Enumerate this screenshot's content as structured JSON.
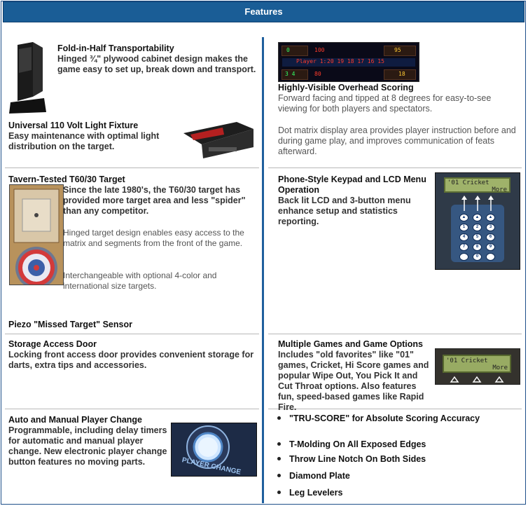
{
  "header": {
    "title": "Features"
  },
  "left": {
    "fold": {
      "title": "Fold-in-Half Transportability",
      "desc": "Hinged ¾\" plywood cabinet design makes the game easy to set up, break down and transport."
    },
    "light": {
      "title": "Universal 110 Volt Light Fixture",
      "desc": "Easy maintenance with optimal light distribution on the target."
    },
    "target": {
      "title": "Tavern-Tested T60/30 Target",
      "p1": "Since the late 1980's, the T60/30 target has provided more target area and less \"spider\" than any competitor.",
      "p2": "Hinged target design enables easy access to the matrix and segments from the front of the game.",
      "p3": "Interchangeable with optional 4-color and international size targets."
    },
    "piezo": {
      "title": "Piezo \"Missed Target\" Sensor"
    },
    "storage": {
      "title": "Storage Access Door",
      "desc": "Locking front access door provides convenient storage for darts, extra tips and accessories."
    },
    "player": {
      "title": "Auto and Manual Player Change",
      "desc": "Programmable, including delay timers for automatic and manual player change. New electronic player change button features no moving parts."
    }
  },
  "right": {
    "overhead": {
      "title": "Highly-Visible Overhead Scoring",
      "desc": "Forward facing and tipped at 8 degrees for easy-to-see viewing for both players and spectators.",
      "p2": "Dot matrix display area provides player instruction before and during game play, and improves communication of feats afterward."
    },
    "keypad": {
      "title": "Phone-Style Keypad and LCD Menu Operation",
      "desc": "Back lit LCD and 3-button menu enhance setup and statistics reporting."
    },
    "games": {
      "title": "Multiple Games and Game Options",
      "desc": "Includes \"old favorites\" like \"01\" games, Cricket, Hi Score games and popular Wipe Out, You Pick It and Cut Throat options. Also features fun, speed-based games like Rapid Fire."
    },
    "bullets": [
      "\"TRU-SCORE\" for Absolute Scoring Accuracy",
      "T-Molding On All Exposed Edges",
      "Throw Line Notch On Both Sides",
      "Diamond Plate",
      "Leg Levelers"
    ]
  },
  "images": {
    "scoreboard": {
      "player_line": "Player 1:",
      "numbers": "20 19 18 17 16 15",
      "score1": "100",
      "score2": "95",
      "score3": "80",
      "score4": "18"
    },
    "lcd": {
      "line1": "'01 Cricket",
      "line2": "More"
    },
    "player_change": {
      "label": "PLAYER CHANGE"
    }
  },
  "colors": {
    "header": "#1a5d96",
    "divider": "#1f5f9d",
    "rule": "#b8b8b8"
  }
}
